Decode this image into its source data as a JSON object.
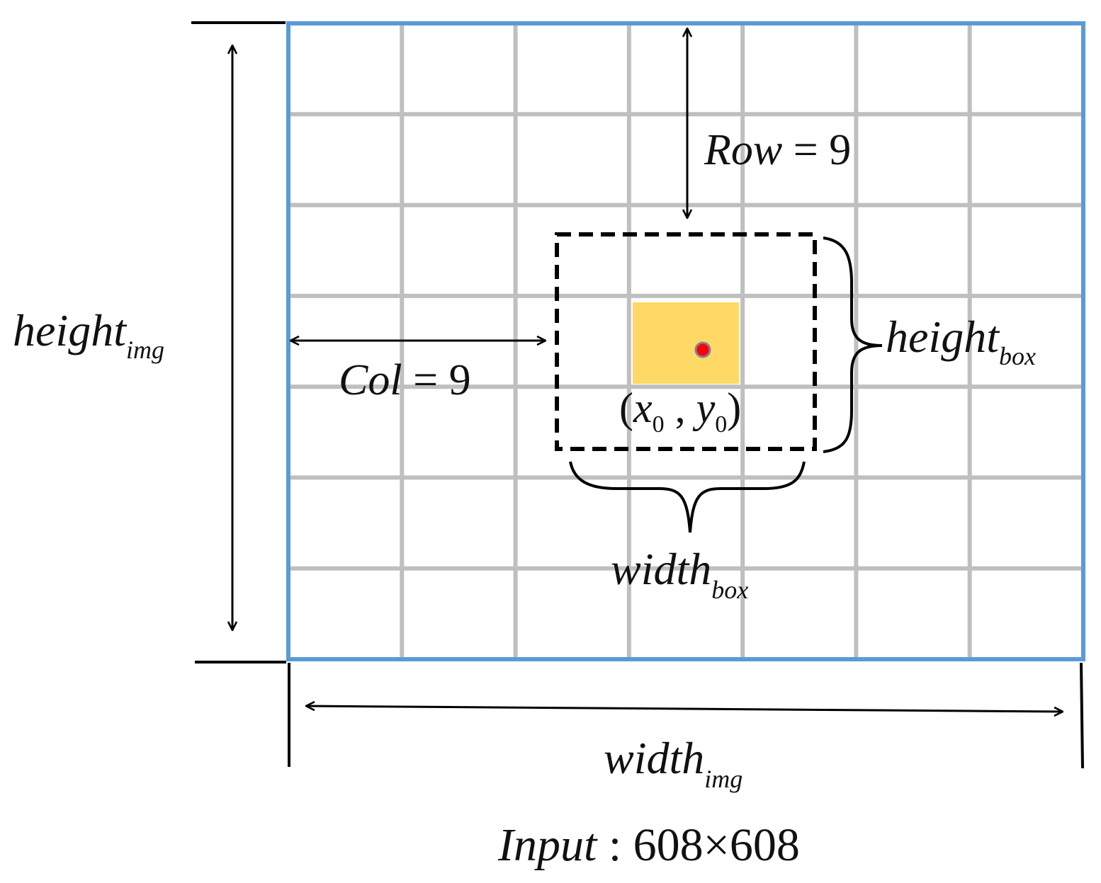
{
  "grid": {
    "columns": 7,
    "rows": 7
  },
  "labels": {
    "row": {
      "name": "Row",
      "op": " = ",
      "value": "9"
    },
    "col": {
      "name": "Col",
      "op": " = ",
      "value": "9"
    },
    "height_img": {
      "base": "height",
      "sub": "img"
    },
    "width_img": {
      "base": "width",
      "sub": "img"
    },
    "height_box": {
      "base": "height",
      "sub": "box"
    },
    "width_box": {
      "base": "width",
      "sub": "box"
    },
    "center": {
      "open": "(",
      "x": "x",
      "x_sub": "0",
      "sep": " , ",
      "y": "y",
      "y_sub": "0",
      "close": ")"
    },
    "input": {
      "name": "Input",
      "sep": " : ",
      "value": "608×608"
    }
  },
  "colors": {
    "image_border": "#5b9bd5",
    "grid_line": "#bfbfbf",
    "center_cell": "#ffd966",
    "center_point": "#ff0000",
    "center_point_outline": "#7f7f9f",
    "box_border": "#000000"
  }
}
